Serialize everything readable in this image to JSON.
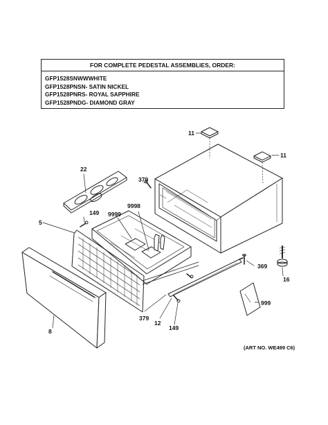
{
  "order_box": {
    "header": "FOR COMPLETE PEDESTAL ASSEMBLIES, ORDER:",
    "lines": [
      "GFP1528SNWWWHITE",
      "GFP1528PNSN- SATIN NICKEL",
      "GFP1528PNRS- ROYAL SAPPHIRE",
      "GFP1528PNDG- DIAMOND GRAY"
    ]
  },
  "callouts": {
    "c11_top": "11",
    "c11_right": "11",
    "c22": "22",
    "c379_top": "379",
    "c149_top": "149",
    "c9999_top": "9999",
    "c9998": "9998",
    "c5": "5",
    "c369": "369",
    "c16": "16",
    "c999": "999",
    "c379_bottom": "379",
    "c12": "12",
    "c149_bottom": "149",
    "c8": "8"
  },
  "art_number": "(ART NO. WE499 C6)"
}
